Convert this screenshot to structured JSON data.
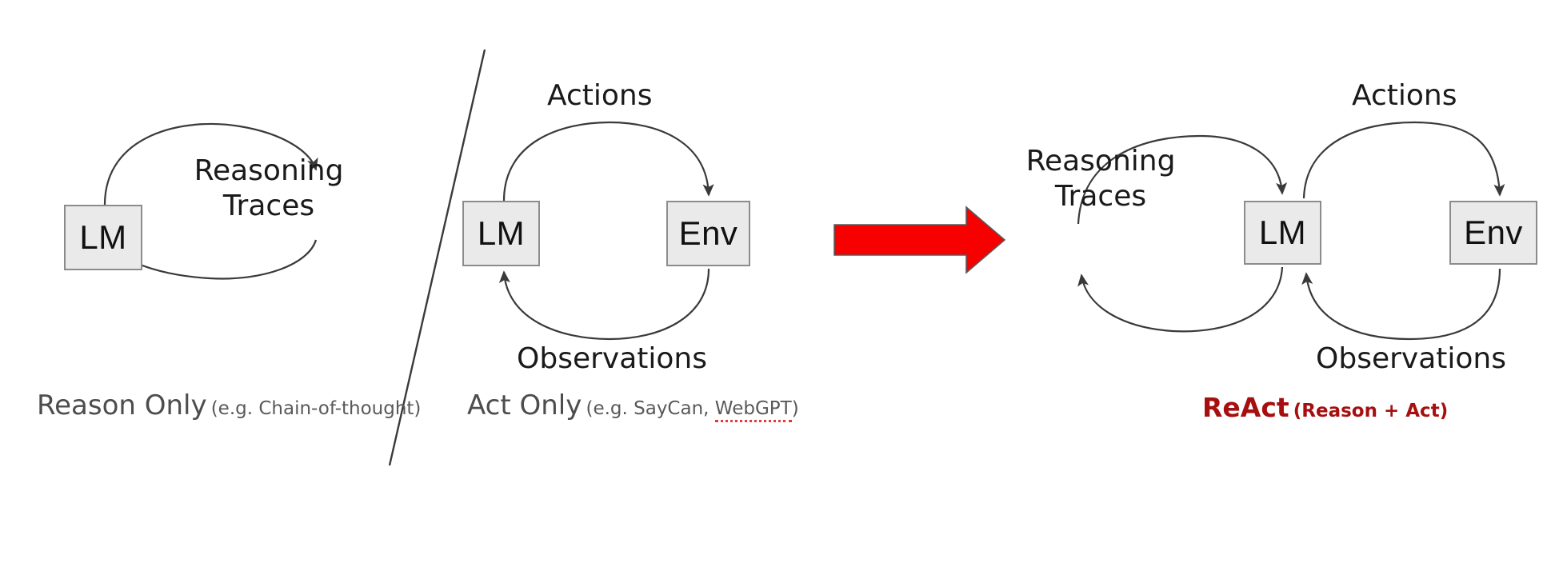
{
  "figure": {
    "title": "ReAct: Synergizing Reasoning and Acting",
    "background_color": "#ffffff",
    "node_fill": "#eaeaea",
    "node_border": "#8c8c8c",
    "arrow_color": "#3a3a3a",
    "accent_color": "#a60f0f",
    "big_arrow_color": "#f60000"
  },
  "panels": [
    {
      "id": "reason-only",
      "nodes": [
        {
          "id": "lm",
          "label": "LM"
        }
      ],
      "edge_labels": [
        {
          "id": "reasoning-traces",
          "line1": "Reasoning",
          "line2": "Traces"
        }
      ],
      "caption": {
        "main": "Reason Only",
        "sub": "(e.g. Chain-of-thought)",
        "misspelled": ""
      }
    },
    {
      "id": "act-only",
      "nodes": [
        {
          "id": "lm",
          "label": "LM"
        },
        {
          "id": "env",
          "label": "Env"
        }
      ],
      "edge_labels": [
        {
          "id": "actions",
          "line1": "Actions",
          "line2": ""
        },
        {
          "id": "observations",
          "line1": "Observations",
          "line2": ""
        }
      ],
      "caption": {
        "main": "Act Only",
        "sub_prefix": "(e.g. SayCan, ",
        "misspelled": "WebGPT",
        "sub_suffix": ")"
      }
    },
    {
      "id": "react",
      "nodes": [
        {
          "id": "lm",
          "label": "LM"
        },
        {
          "id": "env",
          "label": "Env"
        }
      ],
      "edge_labels": [
        {
          "id": "reasoning-traces",
          "line1": "Reasoning",
          "line2": "Traces"
        },
        {
          "id": "actions",
          "line1": "Actions",
          "line2": ""
        },
        {
          "id": "observations",
          "line1": "Observations",
          "line2": ""
        }
      ],
      "caption": {
        "main": "ReAct",
        "sub": "(Reason + Act)",
        "misspelled": ""
      }
    }
  ],
  "connectors": {
    "divider_label": "diagonal-divider",
    "transform_arrow_label": "red-right-arrow"
  }
}
